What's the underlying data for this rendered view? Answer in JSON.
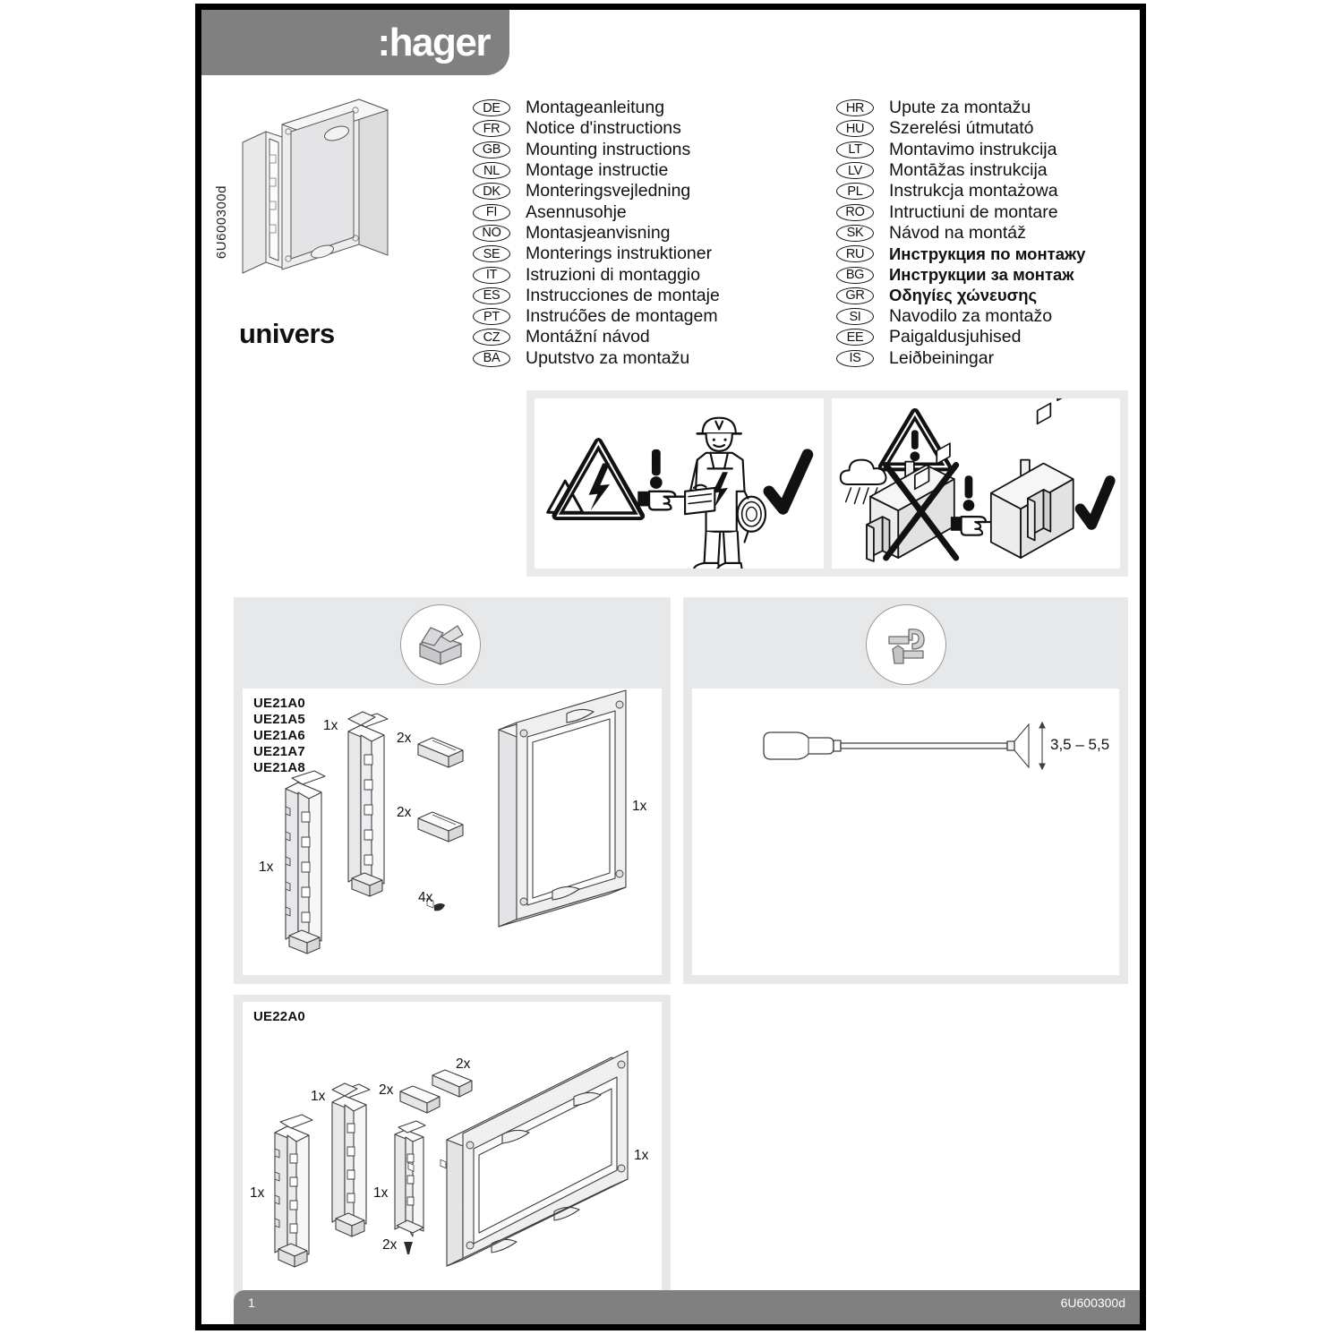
{
  "header": {
    "brand": ":hager",
    "product_title": "univers",
    "vertical_ref": "6U600300d"
  },
  "languages": {
    "left": [
      {
        "code": "DE",
        "text": "Montageanleitung"
      },
      {
        "code": "FR",
        "text": "Notice d'instructions"
      },
      {
        "code": "GB",
        "text": "Mounting instructions"
      },
      {
        "code": "NL",
        "text": "Montage instructie"
      },
      {
        "code": "DK",
        "text": "Monteringsvejledning"
      },
      {
        "code": "FI",
        "text": "Asennusohje"
      },
      {
        "code": "NO",
        "text": "Montasjeanvisning"
      },
      {
        "code": "SE",
        "text": "Monterings instruktioner"
      },
      {
        "code": "IT",
        "text": "Istruzioni di montaggio"
      },
      {
        "code": "ES",
        "text": "Instrucciones de montaje"
      },
      {
        "code": "PT",
        "text": "Instrućões de montagem"
      },
      {
        "code": "CZ",
        "text": "Montážní návod"
      },
      {
        "code": "BA",
        "text": "Uputstvo za montažu"
      }
    ],
    "right": [
      {
        "code": "HR",
        "text": "Upute za montažu",
        "script": "latin"
      },
      {
        "code": "HU",
        "text": "Szerelési útmutató",
        "script": "latin"
      },
      {
        "code": "LT",
        "text": "Montavimo instrukcija",
        "script": "latin"
      },
      {
        "code": "LV",
        "text": "Montāžas instrukcija",
        "script": "latin"
      },
      {
        "code": "PL",
        "text": "Instrukcja montażowa",
        "script": "latin"
      },
      {
        "code": "RO",
        "text": "Intructiuni de montare",
        "script": "latin"
      },
      {
        "code": "SK",
        "text": "Návod na montáž",
        "script": "latin"
      },
      {
        "code": "RU",
        "text": "Инструкция по монтажу",
        "script": "cyr"
      },
      {
        "code": "BG",
        "text": "Инструкции за монтаж",
        "script": "cyr"
      },
      {
        "code": "GR",
        "text": "Οδηγίες χώνευσης",
        "script": "grk"
      },
      {
        "code": "SI",
        "text": "Navodilo za montažo",
        "script": "latin"
      },
      {
        "code": "EE",
        "text": "Paigaldusjuhised",
        "script": "latin"
      },
      {
        "code": "IS",
        "text": "Leiðbeiningar",
        "script": "latin"
      }
    ]
  },
  "warnings": [
    {
      "name": "electrical-hazard-qualified-person",
      "icons": [
        "high-voltage-triangle-icon",
        "exclamation-icon",
        "pointing-hand-icon",
        "electrician-figure-icon",
        "checkmark-icon"
      ]
    },
    {
      "name": "indoor-mounting-only",
      "icons": [
        "warning-triangle-icon",
        "rain-cloud-icon",
        "house-outdoor-crossed-icon",
        "cross-out-icon",
        "exclamation-icon",
        "pointing-hand-icon",
        "house-indoor-icon",
        "checkmark-icon"
      ]
    }
  ],
  "panels": {
    "box_contents_1": {
      "icon": "open-box-icon",
      "part_codes": [
        "UE21A0",
        "UE21A5",
        "UE21A6",
        "UE21A7",
        "UE21A8"
      ],
      "items": [
        {
          "name": "din-rail-carrier-left",
          "qty": "1x"
        },
        {
          "name": "din-rail-carrier-right",
          "qty": "1x"
        },
        {
          "name": "connector-upper",
          "qty": "2x"
        },
        {
          "name": "connector-lower",
          "qty": "2x"
        },
        {
          "name": "screw",
          "qty": "4x"
        },
        {
          "name": "enclosure-frame",
          "qty": "1x"
        }
      ]
    },
    "box_contents_2": {
      "part_codes": [
        "UE22A0"
      ],
      "items": [
        {
          "name": "din-rail-carrier-left",
          "qty": "1x"
        },
        {
          "name": "din-rail-carrier-middle",
          "qty": "1x"
        },
        {
          "name": "din-rail-carrier-right",
          "qty": "1x"
        },
        {
          "name": "connector-lower",
          "qty": "2x"
        },
        {
          "name": "connector-upper",
          "qty": "2x"
        },
        {
          "name": "screw",
          "qty": "2x"
        },
        {
          "name": "enclosure-frame-wide",
          "qty": "1x"
        }
      ]
    },
    "tools": {
      "icon": "wrench-hammer-icon",
      "tool_name": "flat-blade-screwdriver",
      "blade_width": "3,5 – 5,5"
    }
  },
  "footer": {
    "page_number": "1",
    "doc_ref": "6U600300d"
  },
  "colors": {
    "header_gray": "#808080",
    "panel_gray": "#e6e8e9",
    "warning_band_gray": "#e9eaec",
    "ink": "#111111"
  }
}
